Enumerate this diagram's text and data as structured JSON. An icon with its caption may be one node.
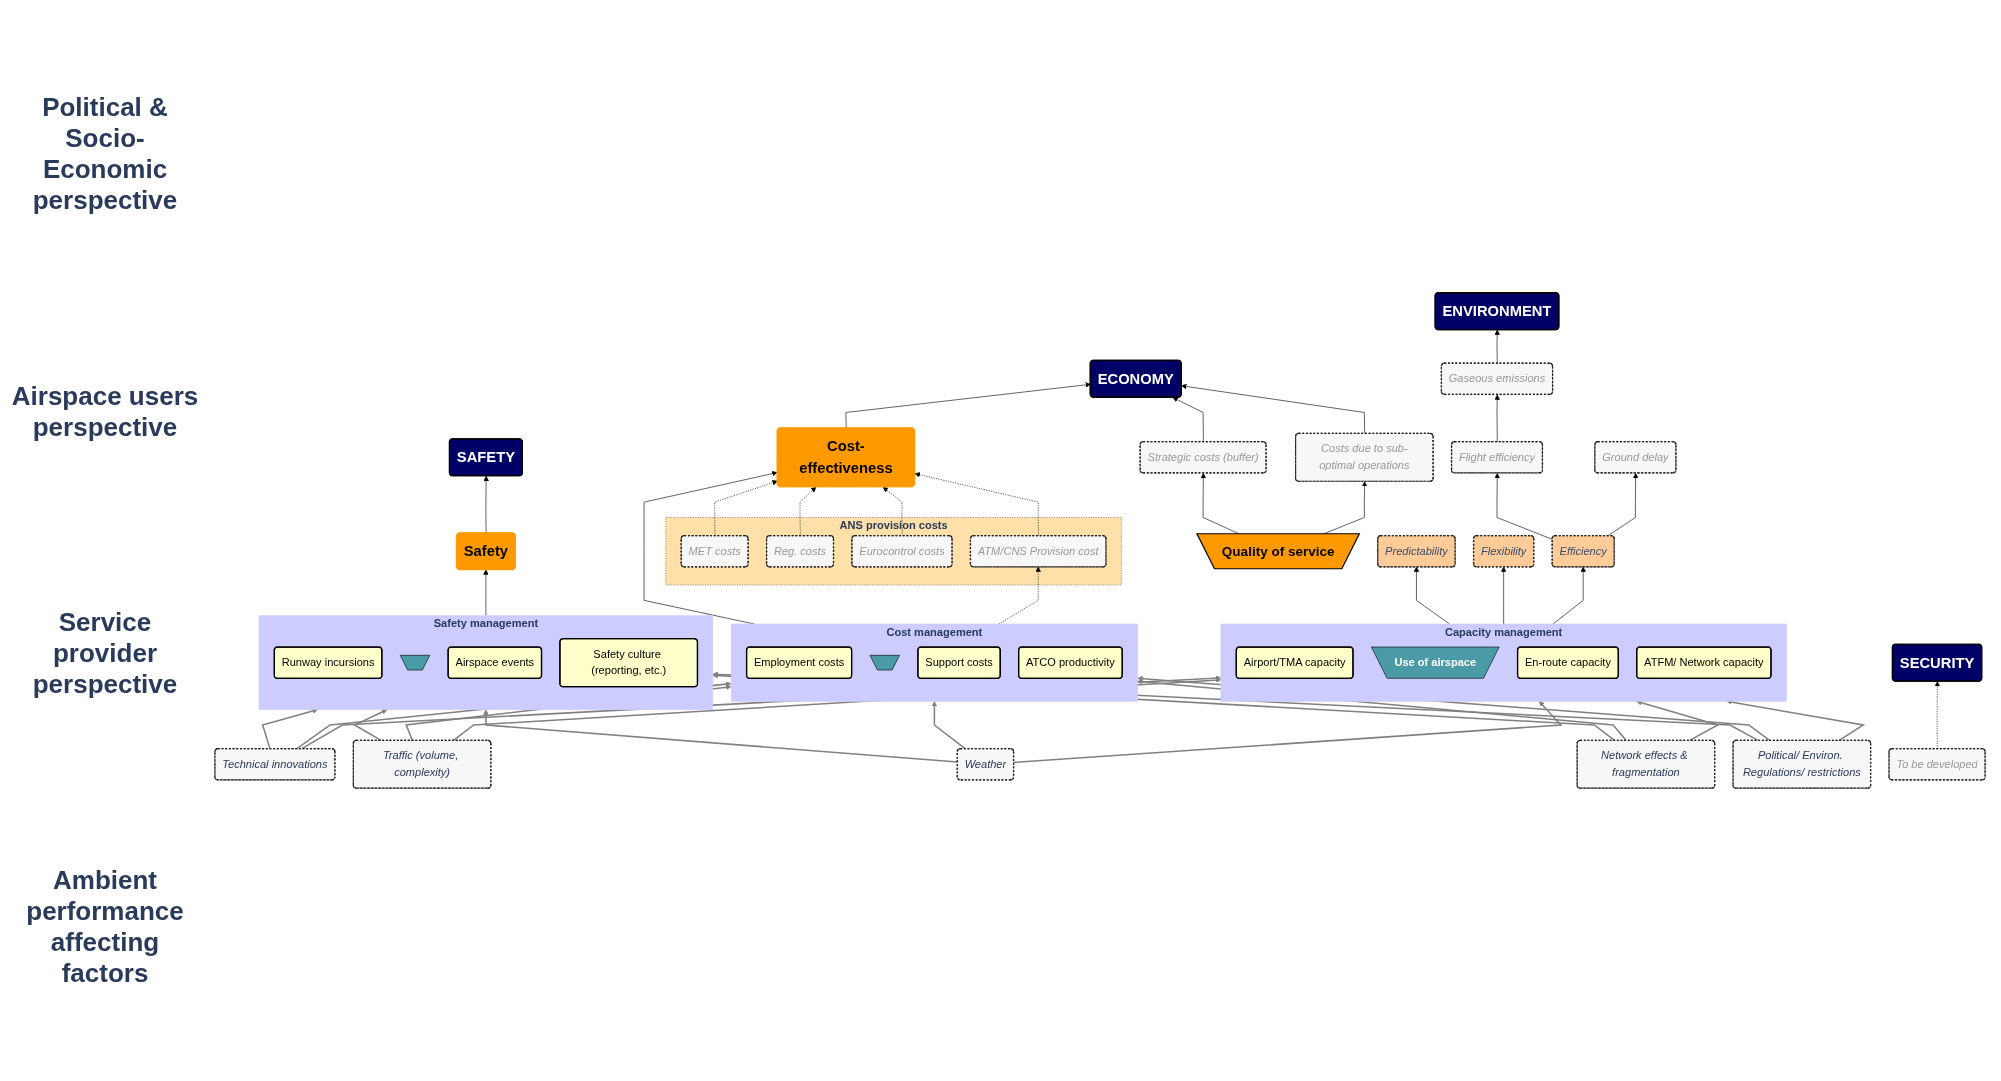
{
  "diagram": {
    "nodes": [
      {
        "text": [
          "SAFETY"
        ]
      },
      {
        "text": [
          "ECONOMY"
        ]
      },
      {
        "text": [
          "ENVIRONMENT"
        ]
      },
      {
        "text": [
          "SECURITY"
        ]
      },
      {
        "text": [
          "Gaseous emissions"
        ]
      },
      {
        "text": [
          "ANS provision costs"
        ]
      },
      {
        "text": [
          "MET costs"
        ],
        "in": 5
      },
      {
        "text": [
          "Reg. costs"
        ],
        "in": 5
      },
      {
        "text": [
          "Eurocontrol costs"
        ],
        "in": 5
      },
      {
        "text": [
          "ATM/CNS Provision cost"
        ],
        "in": 5
      },
      {
        "text": [
          "Safety"
        ]
      },
      {
        "text": [
          "Cost-effectiveness"
        ]
      },
      {
        "text": [
          "Strategic costs (buffer)"
        ]
      },
      {
        "text": [
          "Costs due to sub-optimal operations"
        ]
      },
      {
        "text": [
          "Predictability"
        ]
      },
      {
        "text": [
          "Quality of service"
        ]
      },
      {
        "text": [
          "Efficiency"
        ]
      },
      {
        "text": [
          "Flight efficiency"
        ]
      },
      {
        "text": [
          "Ground delay"
        ]
      },
      {
        "text": [
          "Flexibility"
        ]
      },
      {
        "text": [
          "Safety management"
        ]
      },
      {
        "text": [
          "Runway incursions"
        ],
        "in": 20
      },
      {
        "text": [],
        "shape": "trapezoid",
        "in": 20
      },
      {
        "text": [
          "Airspace events"
        ],
        "in": 20
      },
      {
        "text": [
          "Safety culture (reporting, etc.)"
        ],
        "in": 20
      },
      {
        "text": [
          "Cost management"
        ]
      },
      {
        "text": [
          "Employment costs"
        ],
        "in": 25
      },
      {
        "text": [],
        "shape": "trapezoid",
        "in": 25
      },
      {
        "text": [
          "Support costs"
        ],
        "in": 25
      },
      {
        "text": [
          "ATCO productivity"
        ],
        "in": 25
      },
      {
        "text": [
          "Capacity management"
        ]
      },
      {
        "text": [
          "Airport/TMA capacity"
        ],
        "in": 30
      },
      {
        "text": [
          "Use of airspace"
        ],
        "in": 30
      },
      {
        "text": [
          "En-route capacity"
        ],
        "in": 30
      },
      {
        "text": [
          "ATFM/ Network capacity"
        ],
        "in": 30
      },
      {
        "text": [
          "To be developed"
        ]
      },
      {
        "text": [
          "Technical innovations"
        ]
      },
      {
        "text": [
          "Traffic (volume, complexity)"
        ]
      },
      {
        "text": [
          "Weather"
        ]
      },
      {
        "text": [
          "Network effects & fragmentation"
        ]
      },
      {
        "text": [
          "Political/ Environ. Regulations/ restrictions"
        ]
      }
    ],
    "edges": [
      {
        "from": 10,
        "to": 0,
        "arrow": "to"
      },
      {
        "from": 11,
        "to": 1,
        "arrow": "to"
      },
      {
        "from": 12,
        "to": 1,
        "arrow": "to"
      },
      {
        "from": 13,
        "to": 1,
        "arrow": "to"
      },
      {
        "from": 4,
        "to": 2,
        "arrow": "to"
      },
      {
        "from": 17,
        "to": 4,
        "arrow": "to"
      },
      {
        "from": 15,
        "to": 12,
        "arrow": "to"
      },
      {
        "from": 15,
        "to": 13,
        "arrow": "to"
      },
      {
        "from": 16,
        "to": 17,
        "arrow": "to"
      },
      {
        "from": 16,
        "to": 18,
        "arrow": "to"
      },
      {
        "from": 6,
        "to": 11,
        "arrow": "to",
        "style": "dashed"
      },
      {
        "from": 7,
        "to": 11,
        "arrow": "to",
        "style": "dashed"
      },
      {
        "from": 8,
        "to": 11,
        "arrow": "to",
        "style": "dashed"
      },
      {
        "from": 9,
        "to": 11,
        "arrow": "to",
        "style": "dashed"
      },
      {
        "from": 20,
        "to": 10,
        "arrow": "to"
      },
      {
        "from": 25,
        "to": 11,
        "arrow": "to"
      },
      {
        "from": 25,
        "to": 9,
        "arrow": "to",
        "style": "dashed"
      },
      {
        "from": 30,
        "to": 14,
        "arrow": "to"
      },
      {
        "from": 30,
        "to": 19,
        "arrow": "to"
      },
      {
        "from": 30,
        "to": 16,
        "arrow": "to"
      },
      {
        "from": 35,
        "to": 3,
        "arrow": "to",
        "style": "dashed"
      },
      {
        "from": 36,
        "to": 20,
        "arrow": "to",
        "color": "#808080"
      },
      {
        "from": 36,
        "to": 25,
        "arrow": "to",
        "color": "#808080"
      },
      {
        "from": 36,
        "to": 30,
        "arrow": "to",
        "color": "#808080"
      },
      {
        "from": 37,
        "to": 20,
        "arrow": "to",
        "color": "#808080"
      },
      {
        "from": 37,
        "to": 25,
        "arrow": "to",
        "color": "#808080"
      },
      {
        "from": 37,
        "to": 30,
        "arrow": "to",
        "color": "#808080"
      },
      {
        "from": 38,
        "to": 20,
        "arrow": "to",
        "color": "#808080"
      },
      {
        "from": 38,
        "to": 25,
        "arrow": "to",
        "color": "#808080"
      },
      {
        "from": 38,
        "to": 30,
        "arrow": "to",
        "color": "#808080"
      },
      {
        "from": 39,
        "to": 20,
        "arrow": "to",
        "color": "#808080"
      },
      {
        "from": 39,
        "to": 25,
        "arrow": "to",
        "color": "#808080"
      },
      {
        "from": 39,
        "to": 30,
        "arrow": "to",
        "color": "#808080"
      },
      {
        "from": 40,
        "to": 20,
        "arrow": "to",
        "color": "#808080"
      },
      {
        "from": 40,
        "to": 25,
        "arrow": "to",
        "color": "#808080"
      },
      {
        "from": 40,
        "to": 30,
        "arrow": "to",
        "color": "#808080"
      }
    ],
    "labels": [
      "Political & Socio-Economic perspective",
      "Airspace users perspective",
      "Service provider perspective",
      "Ambient performance affecting factors"
    ]
  }
}
